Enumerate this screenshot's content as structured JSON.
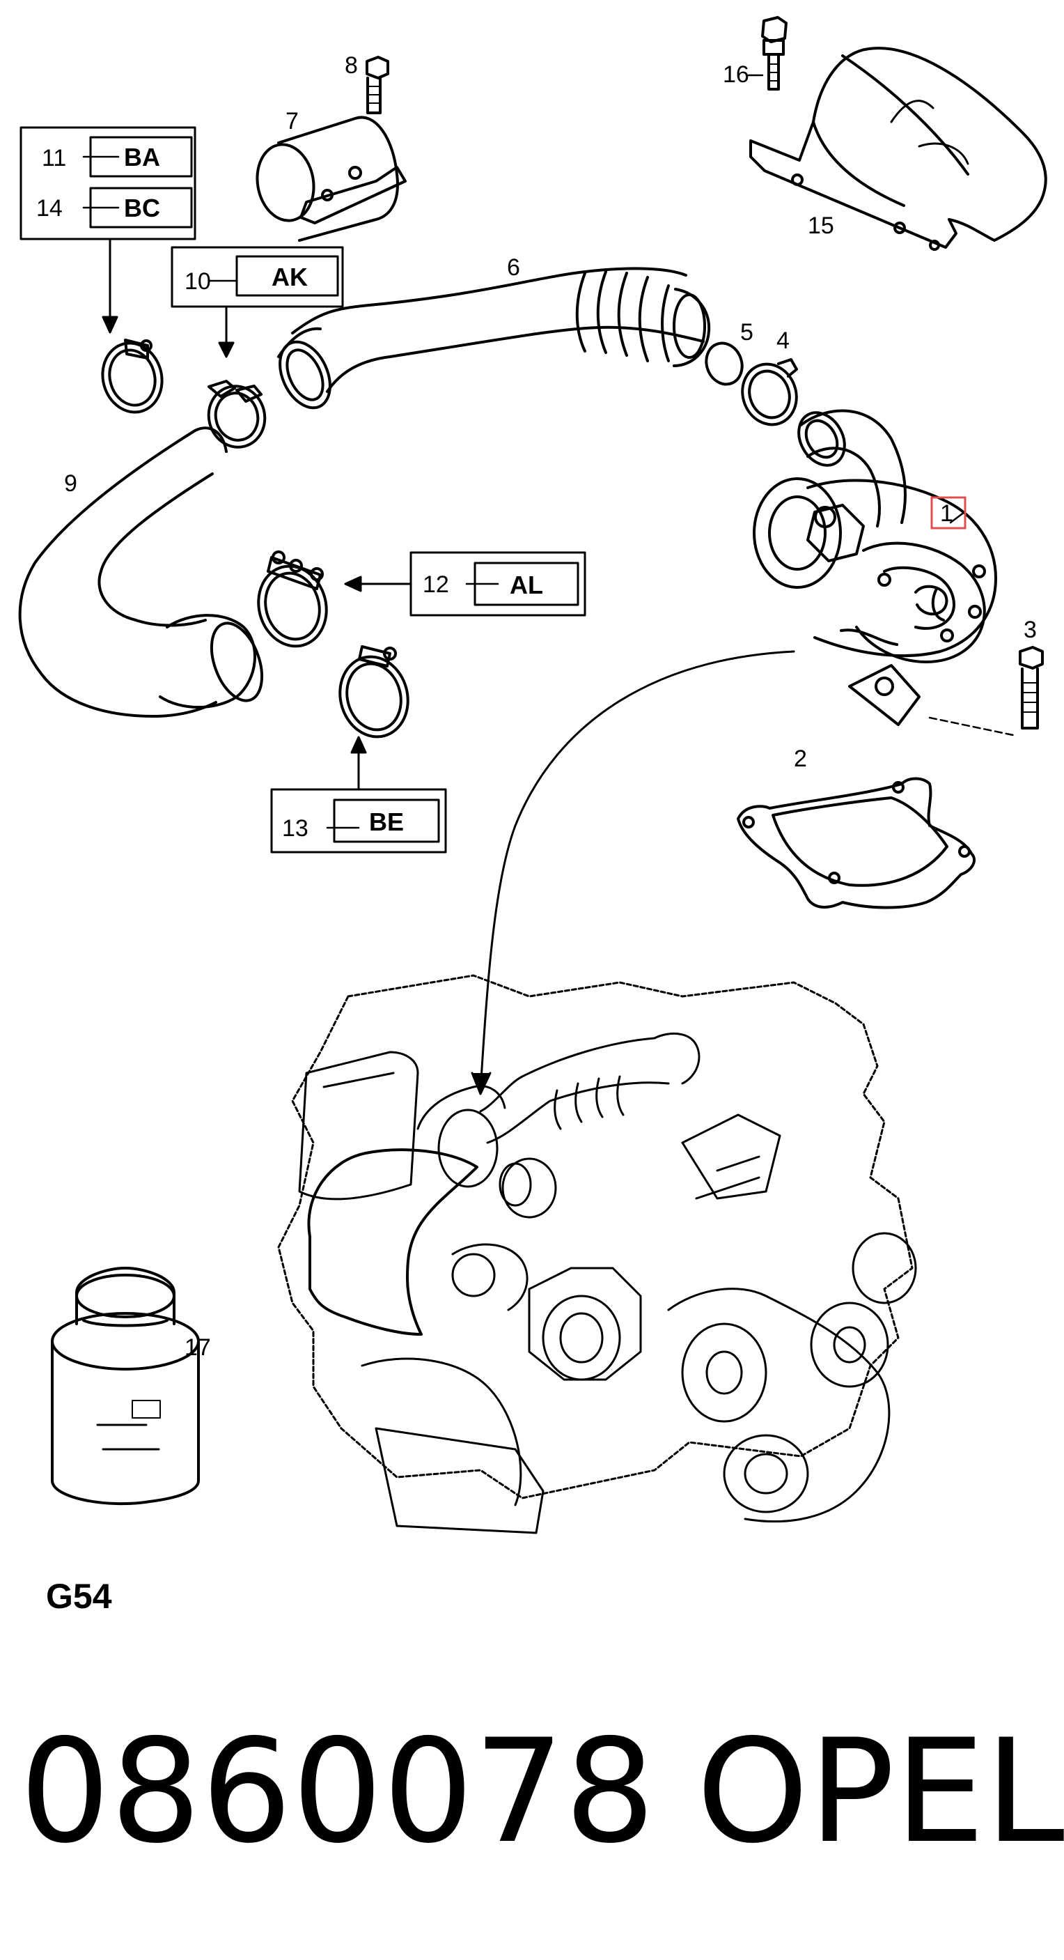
{
  "diagram": {
    "callouts": {
      "n1": "1",
      "n2": "2",
      "n3": "3",
      "n4": "4",
      "n5": "5",
      "n6": "6",
      "n7": "7",
      "n8": "8",
      "n9": "9",
      "n10": "10",
      "n11": "11",
      "n12": "12",
      "n13": "13",
      "n14": "14",
      "n15": "15",
      "n16": "16",
      "n17": "17"
    },
    "codes": {
      "c11": "BA",
      "c14": "BC",
      "c10": "AK",
      "c12": "AL",
      "c13": "BE"
    },
    "highlight_color": "#e05050",
    "group_code": "G54"
  },
  "footer": {
    "part_number": "0860078",
    "brand": "OPEL"
  }
}
